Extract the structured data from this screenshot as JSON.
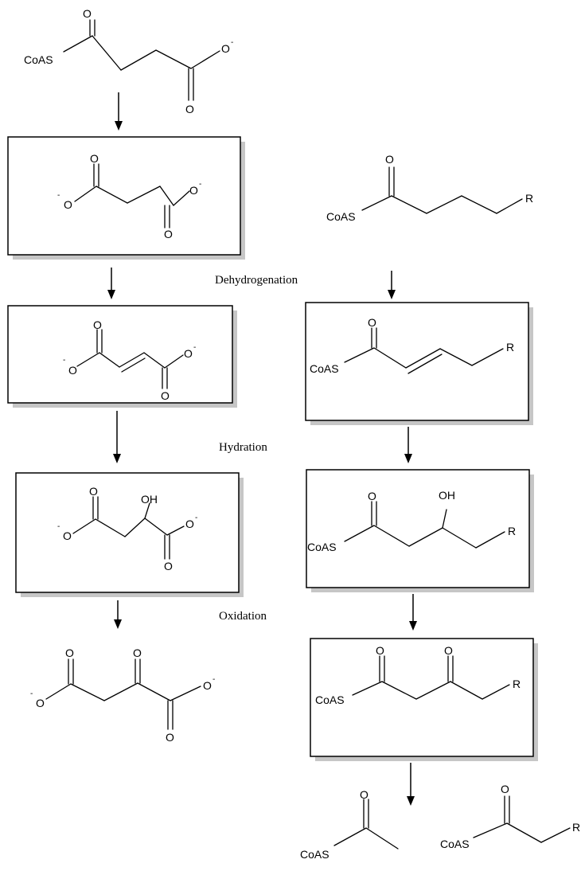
{
  "labels": {
    "coas": "CoAS",
    "oxygen": "O",
    "hydroxyl": "OH",
    "r_group": "R",
    "minus": "-"
  },
  "steps": {
    "dehydrogenation": "Dehydrogenation",
    "hydration": "Hydration",
    "oxidation": "Oxidation"
  }
}
